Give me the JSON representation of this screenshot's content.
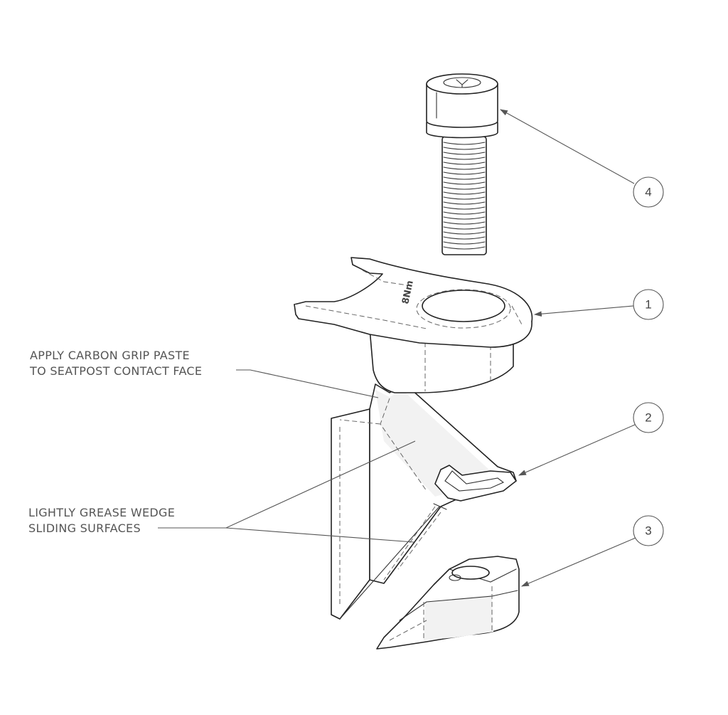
{
  "diagram": {
    "colors": {
      "line": "#222222",
      "leader": "#555555",
      "text": "#555555",
      "background": "#ffffff"
    },
    "parts": [
      {
        "id": "1",
        "label": "1"
      },
      {
        "id": "2",
        "label": "2"
      },
      {
        "id": "3",
        "label": "3"
      },
      {
        "id": "4",
        "label": "4"
      }
    ],
    "engraving": "8Nm",
    "notes": {
      "carbon_paste": {
        "line1": "APPLY CARBON GRIP PASTE",
        "line2": "TO SEATPOST CONTACT FACE"
      },
      "grease": {
        "line1": "LIGHTLY GREASE WEDGE",
        "line2": "SLIDING SURFACES"
      }
    }
  }
}
